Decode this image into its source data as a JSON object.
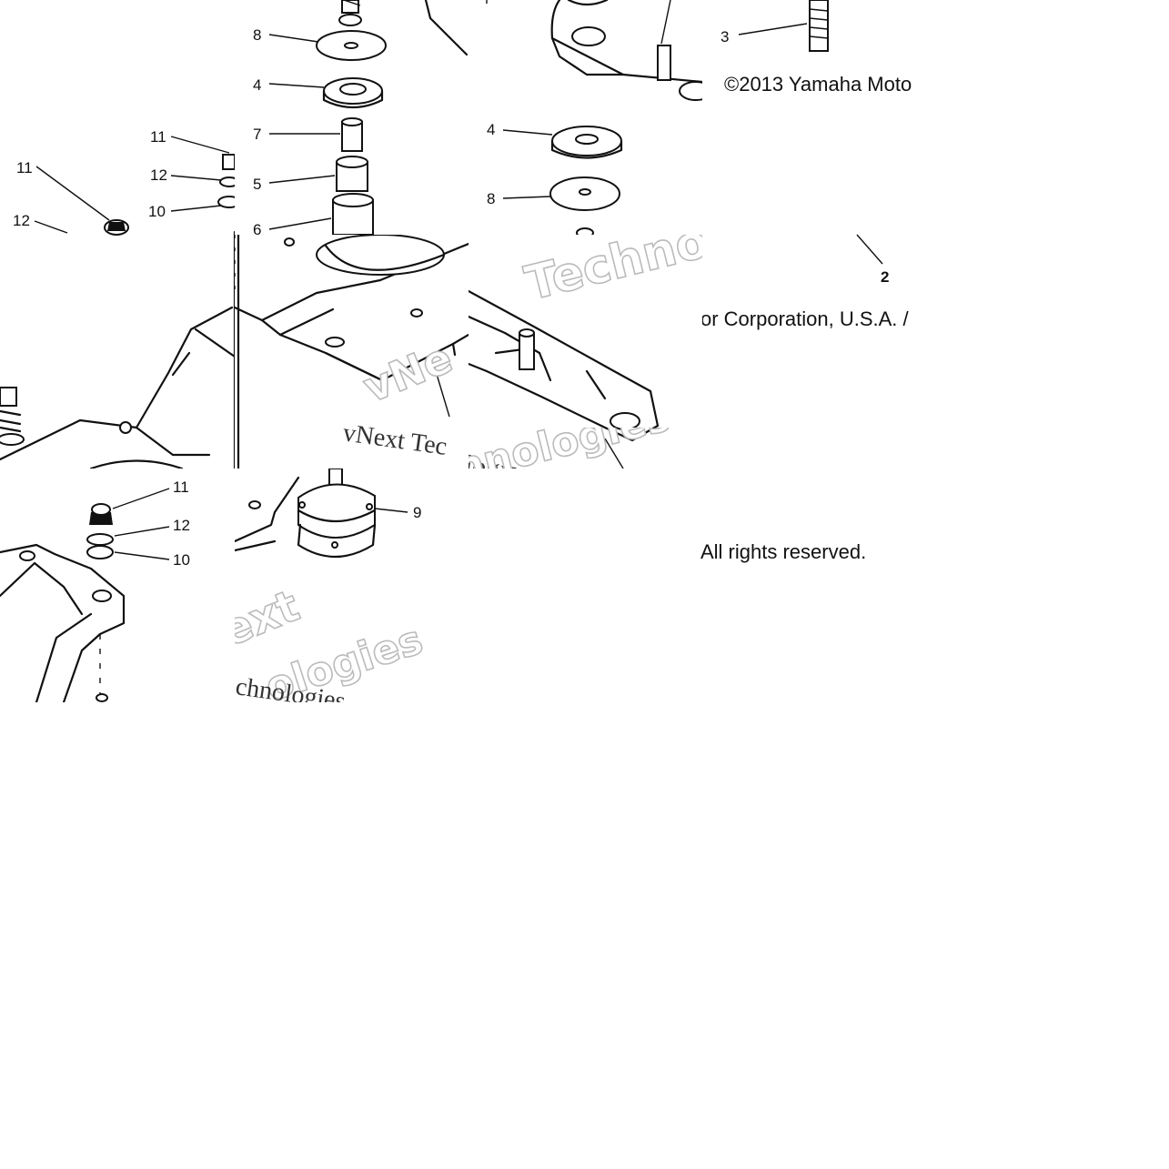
{
  "callouts": {
    "t_mid_8": "8",
    "t_mid_4": "4",
    "t_mid_7": "7",
    "t_mid_5": "5",
    "t_mid_6": "6",
    "t_left_11a": "11",
    "t_left_12a": "12",
    "t_left_10a": "10",
    "t_left_11b": "11",
    "t_left_12b": "12",
    "t_r_3": "3",
    "t_r_4": "4",
    "t_r_8": "8",
    "t_r_2": "2",
    "b_left_11": "11",
    "b_left_12": "12",
    "b_left_10": "10",
    "b_mid_9": "9"
  },
  "copyright": {
    "line1_part": "©2013 Yamaha Moto",
    "line2_part": "or Corporation, U.S.A. /",
    "line3": "All rights reserved."
  },
  "watermarks": {
    "techno_part": "Techno",
    "vnext_part": "vNe",
    "vnext_tech": "vNext Tec",
    "nologies_part": "ologies",
    "ologies_large": "ologies",
    "ext_part": "ext",
    "chnologies_small": "chnologies",
    "hnologies_large": "hnologies"
  },
  "colors": {
    "ink": "#111111",
    "watermark_outline": "#bbbbbb",
    "background": "#ffffff"
  }
}
